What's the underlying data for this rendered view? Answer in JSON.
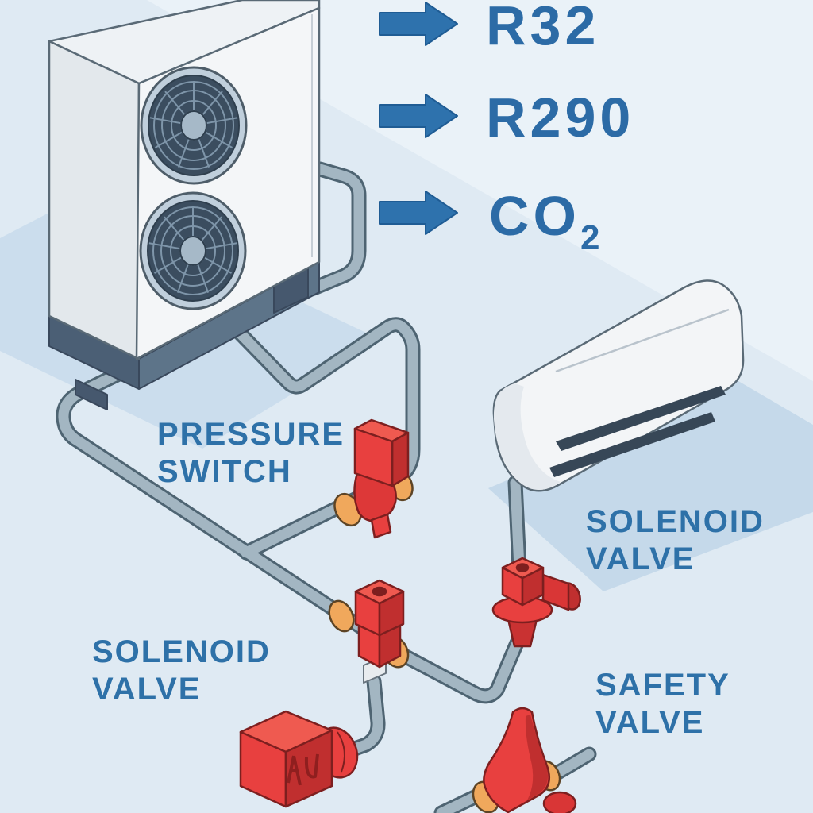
{
  "refrigerants": [
    {
      "text": "R32",
      "sub": ""
    },
    {
      "text": "R290",
      "sub": ""
    },
    {
      "text": "CO",
      "sub": "2"
    }
  ],
  "labels": {
    "pressure_switch": {
      "line1": "PRESSURE",
      "line2": "SWITCH"
    },
    "solenoid_valve_right": {
      "line1": "SOLENOID",
      "line2": "VALVE"
    },
    "solenoid_valve_left": {
      "line1": "SOLENOID",
      "line2": "VALVE"
    },
    "safety_valve": {
      "line1": "SAFETY",
      "line2": "VALVE"
    }
  },
  "components": [
    "outdoor-heat-pump-unit",
    "indoor-wall-unit",
    "refrigerant-pipe-network",
    "pressure-switch-valve",
    "solenoid-valve",
    "solenoid-valve-box",
    "safety-valve",
    "arrow-icon"
  ],
  "colors": {
    "background": "#dfeaf3",
    "accent_blue": "#2e72ad",
    "label_blue": "#2e71a8",
    "pipe": "#a3b6c2",
    "pipe_outline": "#4e6472",
    "valve_red": "#e8403f",
    "valve_red_dark": "#c02f2f",
    "fitting_orange": "#f0a85c",
    "unit_white": "#f4f6f8",
    "fan_dark": "#3b4d5f"
  }
}
